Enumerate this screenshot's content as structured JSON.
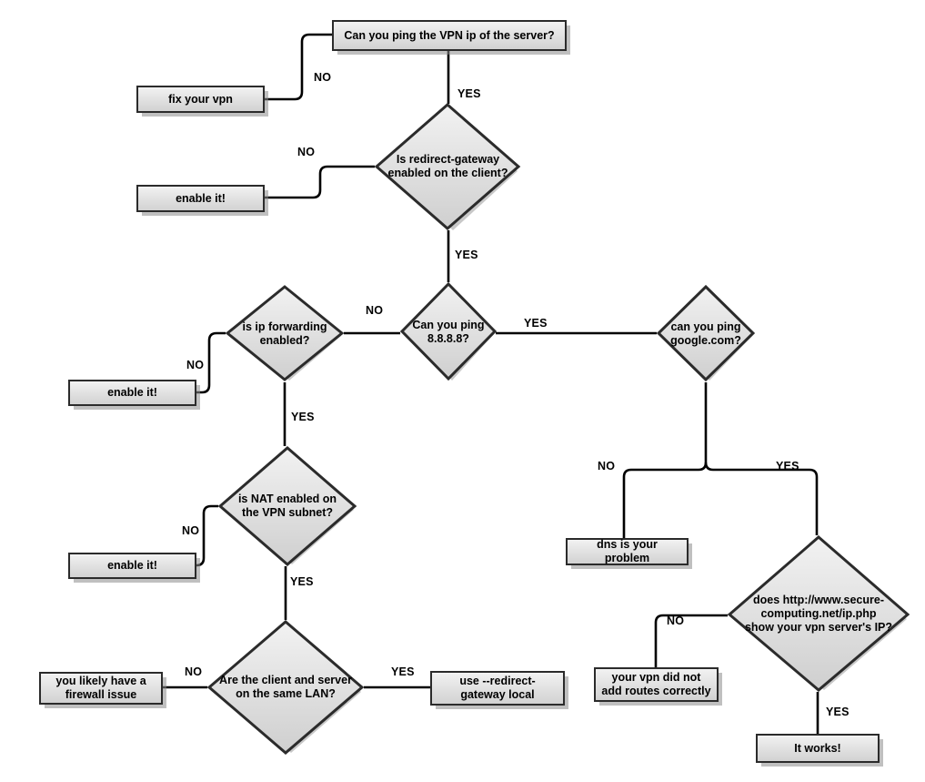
{
  "diagram": {
    "title": "VPN troubleshooting flowchart",
    "colors": {
      "node_fill_top": "#f2f2f2",
      "node_fill_bottom": "#d2d2d2",
      "node_border": "#2b2b2b",
      "shadow": "#8c8c8c",
      "connector": "#000000",
      "background": "#ffffff"
    },
    "nodes": [
      {
        "id": "ping-vpn-ip",
        "type": "box",
        "label": "Can you ping the VPN ip of the server?"
      },
      {
        "id": "fix-your-vpn",
        "type": "box",
        "label": "fix your vpn"
      },
      {
        "id": "redirect-gateway",
        "type": "diamond",
        "label": "Is redirect-gateway\nenabled on the client?"
      },
      {
        "id": "enable-it-1",
        "type": "box",
        "label": "enable it!"
      },
      {
        "id": "ip-forwarding",
        "type": "diamond",
        "label": "is ip forwarding\nenabled?"
      },
      {
        "id": "enable-it-2",
        "type": "box",
        "label": "enable it!"
      },
      {
        "id": "ping-8888",
        "type": "diamond",
        "label": "Can you ping\n8.8.8.8?"
      },
      {
        "id": "ping-google",
        "type": "diamond",
        "label": "can you ping\ngoogle.com?"
      },
      {
        "id": "dns-problem",
        "type": "box",
        "label": "dns is your problem"
      },
      {
        "id": "nat-enabled",
        "type": "diamond",
        "label": "is NAT enabled on\nthe VPN subnet?"
      },
      {
        "id": "enable-it-3",
        "type": "box",
        "label": "enable it!"
      },
      {
        "id": "same-lan",
        "type": "diamond",
        "label": "Are the client and server\non the same LAN?"
      },
      {
        "id": "firewall-issue",
        "type": "box",
        "label": "you likely have a\nfirewall issue"
      },
      {
        "id": "redirect-local",
        "type": "box",
        "label": "use --redirect-gateway\nlocal"
      },
      {
        "id": "secure-computing",
        "type": "diamond",
        "label": "does http://www.secure-\ncomputing.net/ip.php\nshow your vpn server's IP?"
      },
      {
        "id": "no-routes",
        "type": "box",
        "label": "your vpn did not add\nroutes correctly"
      },
      {
        "id": "it-works",
        "type": "box",
        "label": "It works!"
      }
    ],
    "edge_labels": [
      {
        "id": "lbl-no-ping-vpn",
        "text": "NO",
        "from": "ping-vpn-ip",
        "to": "fix-your-vpn"
      },
      {
        "id": "lbl-yes-ping-vpn",
        "text": "YES",
        "from": "ping-vpn-ip",
        "to": "redirect-gateway"
      },
      {
        "id": "lbl-no-redirect",
        "text": "NO",
        "from": "redirect-gateway",
        "to": "enable-it-1"
      },
      {
        "id": "lbl-yes-redirect",
        "text": "YES",
        "from": "redirect-gateway",
        "to": "ping-8888"
      },
      {
        "id": "lbl-no-ping-8888",
        "text": "NO",
        "from": "ping-8888",
        "to": "ip-forwarding"
      },
      {
        "id": "lbl-yes-ping-8888",
        "text": "YES",
        "from": "ping-8888",
        "to": "ping-google"
      },
      {
        "id": "lbl-no-ip-forwarding",
        "text": "NO",
        "from": "ip-forwarding",
        "to": "enable-it-2"
      },
      {
        "id": "lbl-yes-ip-forwarding",
        "text": "YES",
        "from": "ip-forwarding",
        "to": "nat-enabled"
      },
      {
        "id": "lbl-no-google",
        "text": "NO",
        "from": "ping-google",
        "to": "dns-problem"
      },
      {
        "id": "lbl-yes-google",
        "text": "YES",
        "from": "ping-google",
        "to": "secure-computing"
      },
      {
        "id": "lbl-no-nat",
        "text": "NO",
        "from": "nat-enabled",
        "to": "enable-it-3"
      },
      {
        "id": "lbl-yes-nat",
        "text": "YES",
        "from": "nat-enabled",
        "to": "same-lan"
      },
      {
        "id": "lbl-no-same-lan",
        "text": "NO",
        "from": "same-lan",
        "to": "firewall-issue"
      },
      {
        "id": "lbl-yes-same-lan",
        "text": "YES",
        "from": "same-lan",
        "to": "redirect-local"
      },
      {
        "id": "lbl-no-secure",
        "text": "NO",
        "from": "secure-computing",
        "to": "no-routes"
      },
      {
        "id": "lbl-yes-secure",
        "text": "YES",
        "from": "secure-computing",
        "to": "it-works"
      }
    ]
  }
}
